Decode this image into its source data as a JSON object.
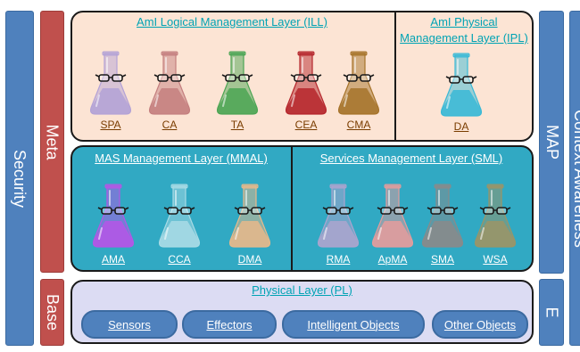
{
  "side_bars": {
    "security": "Security",
    "meta": "Meta",
    "base": "Base",
    "map": "MAP",
    "e": "E",
    "context_awareness": "Context Awareness"
  },
  "ill": {
    "title": "AmI Logical Management Layer (ILL)",
    "agents": [
      {
        "label": "SPA",
        "color": "#b3a2d6"
      },
      {
        "label": "CA",
        "color": "#c47f7f"
      },
      {
        "label": "TA",
        "color": "#4ca554"
      },
      {
        "label": "CEA",
        "color": "#b5262c"
      },
      {
        "label": "CMA",
        "color": "#a6732a"
      }
    ]
  },
  "ipl": {
    "title_line1": "AmI Physical",
    "title_line2": "Management Layer (IPL)",
    "agents": [
      {
        "label": "DA",
        "color": "#39b9d6"
      }
    ]
  },
  "mmal": {
    "title": "MAS Management Layer (MMAL)",
    "agents": [
      {
        "label": "AMA",
        "color": "#b655e6"
      },
      {
        "label": "CCA",
        "color": "#a9dbe5"
      },
      {
        "label": "DMA",
        "color": "#e8b98a"
      }
    ]
  },
  "sml": {
    "title": "Services Management Layer (SML)",
    "agents": [
      {
        "label": "RMA",
        "color": "#ada4ce"
      },
      {
        "label": "ApMA",
        "color": "#e59c9c"
      },
      {
        "label": "SMA",
        "color": "#8a8a8a"
      },
      {
        "label": "WSA",
        "color": "#9c9466"
      }
    ]
  },
  "pl": {
    "title": "Physical Layer (PL)",
    "items": [
      "Sensors",
      "Effectors",
      "Intelligent Objects",
      "Other Objects"
    ]
  }
}
